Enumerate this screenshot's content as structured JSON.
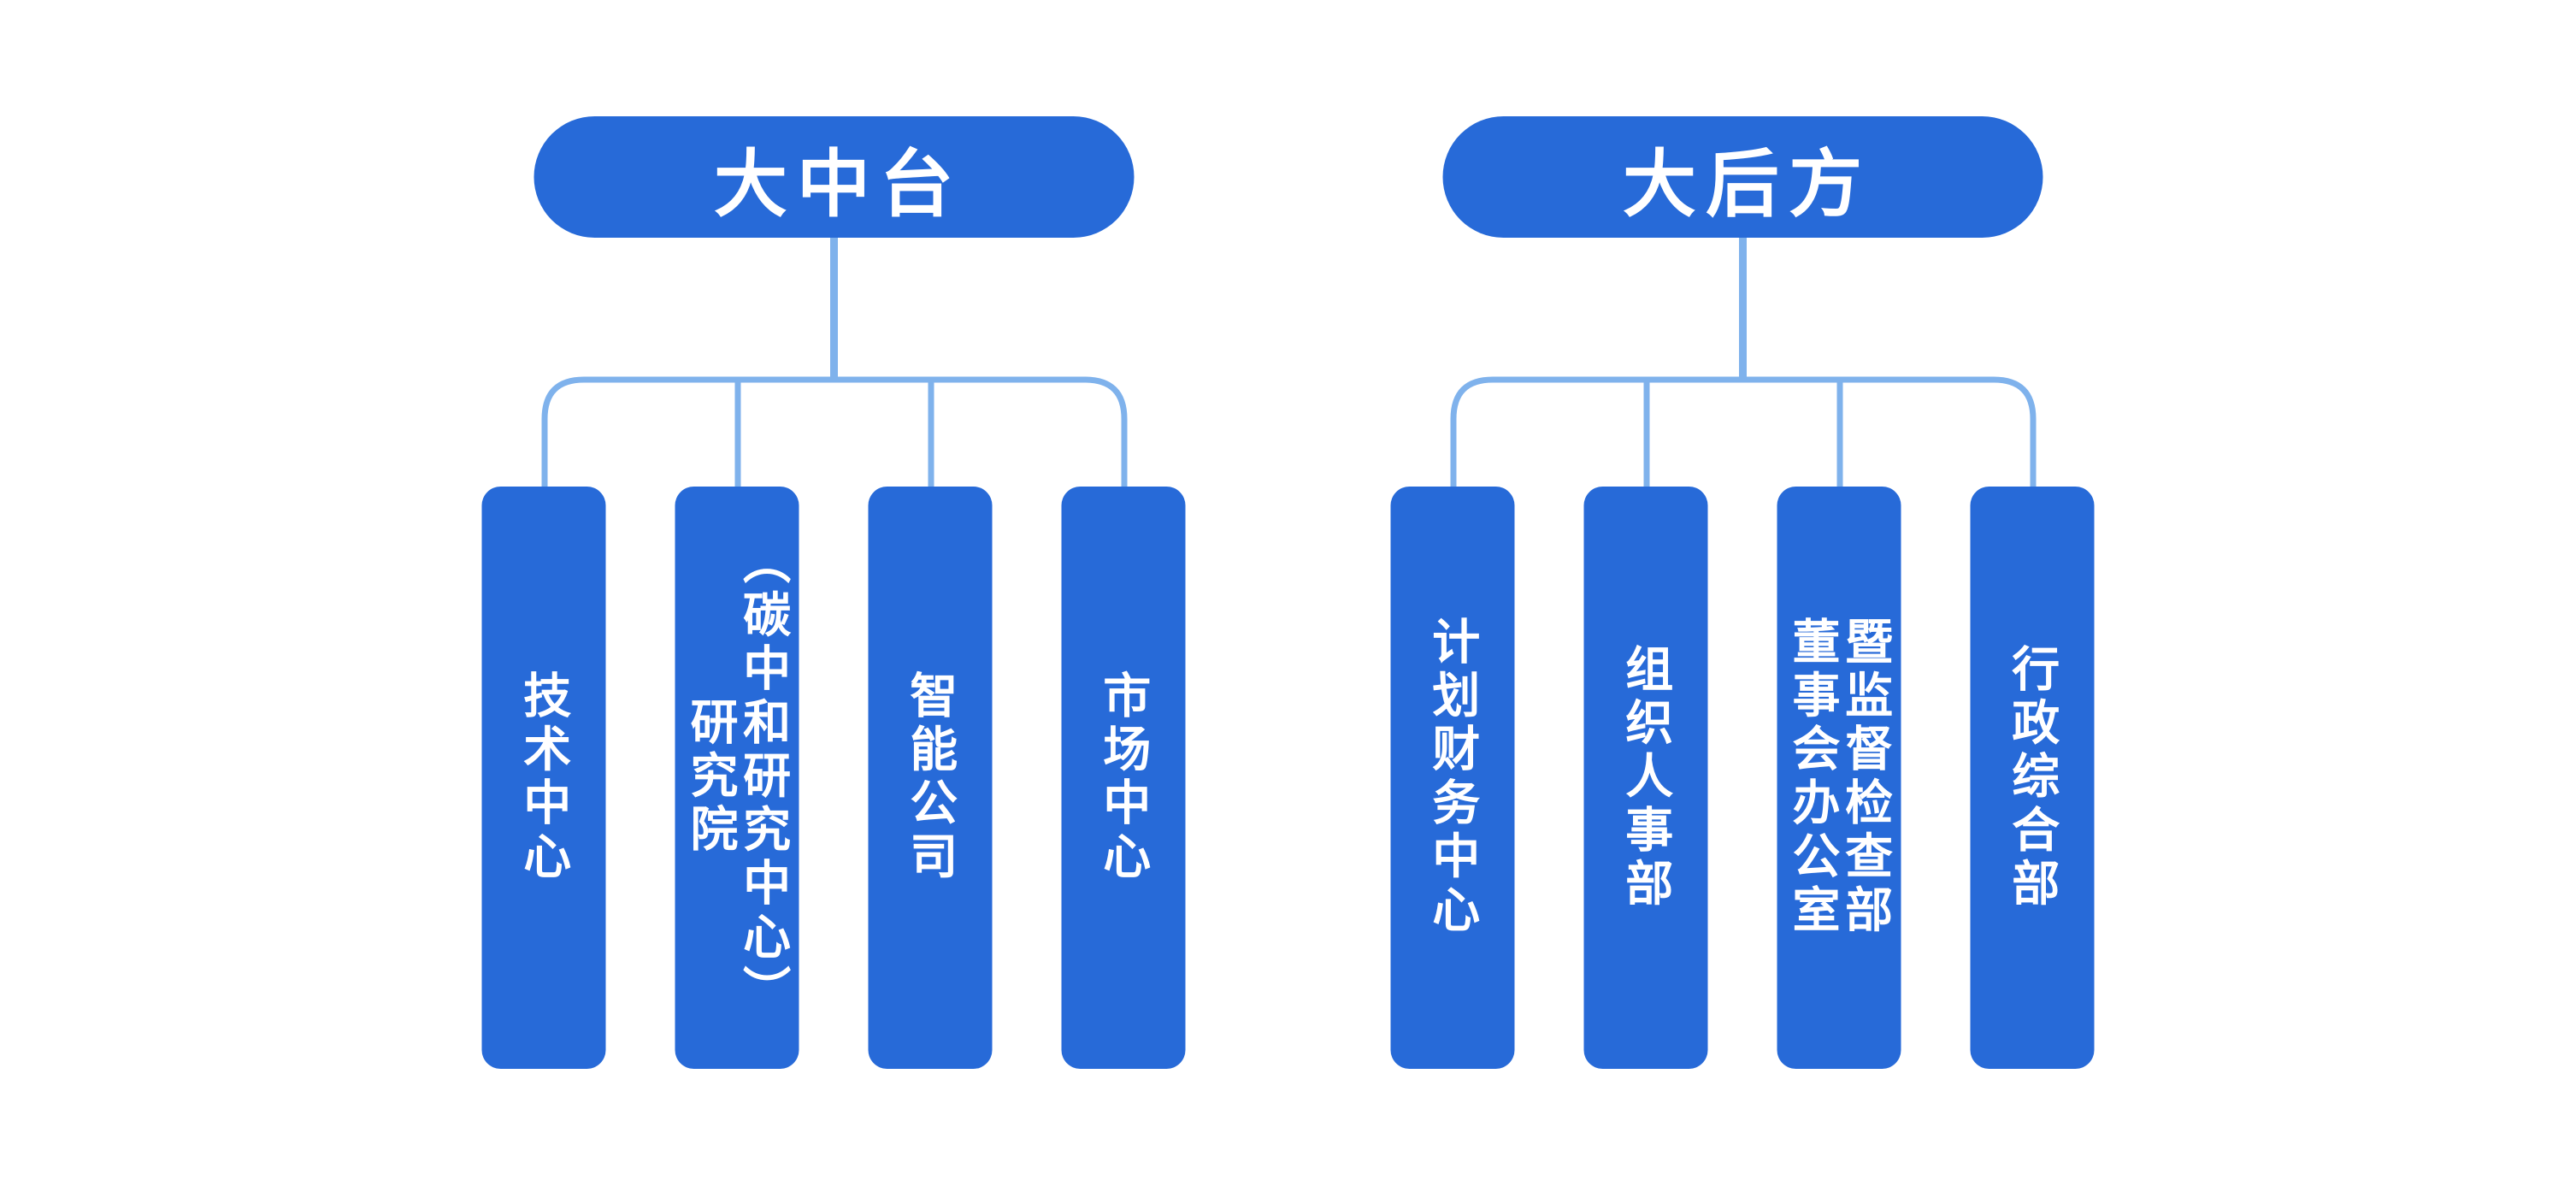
{
  "diagram": {
    "type": "org-chart",
    "colors": {
      "background": "#ffffff",
      "node_fill": "#276AD8",
      "node_text": "#ffffff",
      "connector": "#7FB2EC"
    },
    "groups": [
      {
        "root": "大中台",
        "children": [
          "技术中心",
          "研究院\n（碳中和研究中心）",
          "智能公司",
          "市场中心"
        ]
      },
      {
        "root": "大后方",
        "children": [
          "计划财务中心",
          "组织人事部",
          "董事会办公室\n暨监督检查部",
          "行政综合部"
        ]
      }
    ]
  }
}
